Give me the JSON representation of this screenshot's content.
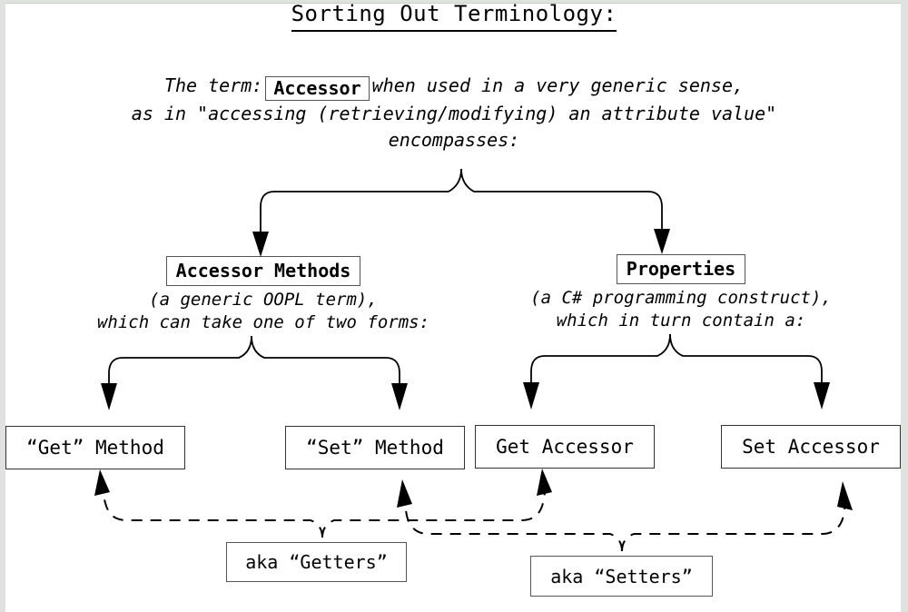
{
  "page": {
    "background_color": "#dfe2de",
    "paper_color": "#ffffff",
    "ink_color": "#000000"
  },
  "title": {
    "text": "Sorting Out Terminology:"
  },
  "intro": {
    "line1_before": "The term:",
    "boxed_term": "Accessor",
    "line1_after": "when used in a very generic sense,",
    "line2": "as in \"accessing (retrieving/modifying) an attribute value\"",
    "line3": "encompasses:"
  },
  "branches": [
    {
      "id": "accessor-methods",
      "heading": "Accessor Methods",
      "caption_line1": "(a generic OOPL term),",
      "caption_line2": "which can take one of two forms:",
      "children": [
        "“Get” Method",
        "“Set” Method"
      ]
    },
    {
      "id": "properties",
      "heading": "Properties",
      "caption_line1": "(a C# programming construct),",
      "caption_line2": "which in turn contain a:",
      "children": [
        "Get Accessor",
        "Set Accessor"
      ]
    }
  ],
  "leaves": {
    "get_method": "“Get” Method",
    "set_method": "“Set” Method",
    "get_accessor": "Get Accessor",
    "set_accessor": "Set Accessor"
  },
  "aka": {
    "getters": "aka “Getters”",
    "setters": "aka “Setters”"
  }
}
